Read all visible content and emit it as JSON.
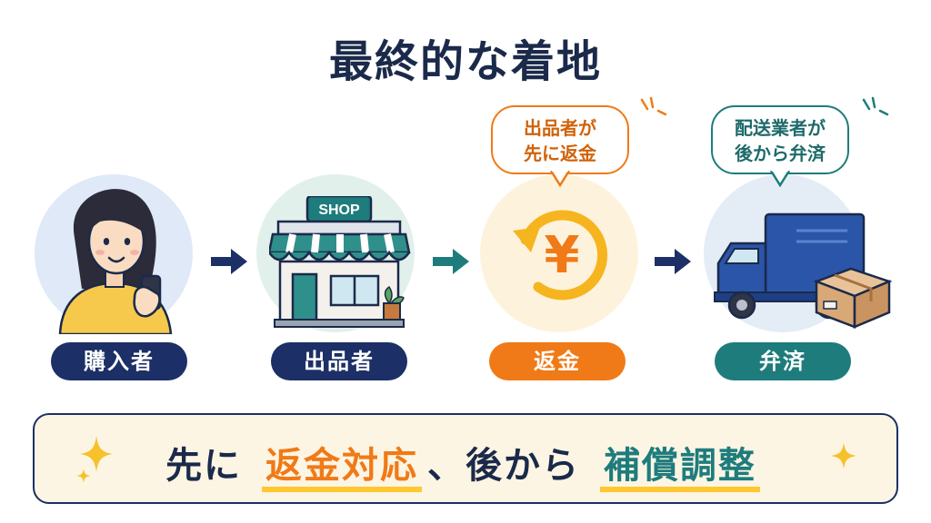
{
  "title": "最終的な着地",
  "steps": [
    {
      "label": "購入者"
    },
    {
      "label": "出品者",
      "shop_sign": "SHOP"
    },
    {
      "label": "返金",
      "bubble": [
        "出品者が",
        "先に返金"
      ],
      "symbol": "¥"
    },
    {
      "label": "弁済",
      "bubble": [
        "配送業者が",
        "後から弁済"
      ]
    }
  ],
  "summary": {
    "part1": "先に",
    "highlight1": "返金対応",
    "part2": "、後から",
    "highlight2": "補償調整"
  },
  "colors": {
    "navy": "#1c2f66",
    "orange": "#f07a17",
    "teal": "#1e7c7c",
    "yellow": "#ffc730"
  },
  "icons": [
    "person-with-phone-icon",
    "shop-icon",
    "yen-refund-icon",
    "delivery-truck-icon",
    "sparkle-icon"
  ]
}
